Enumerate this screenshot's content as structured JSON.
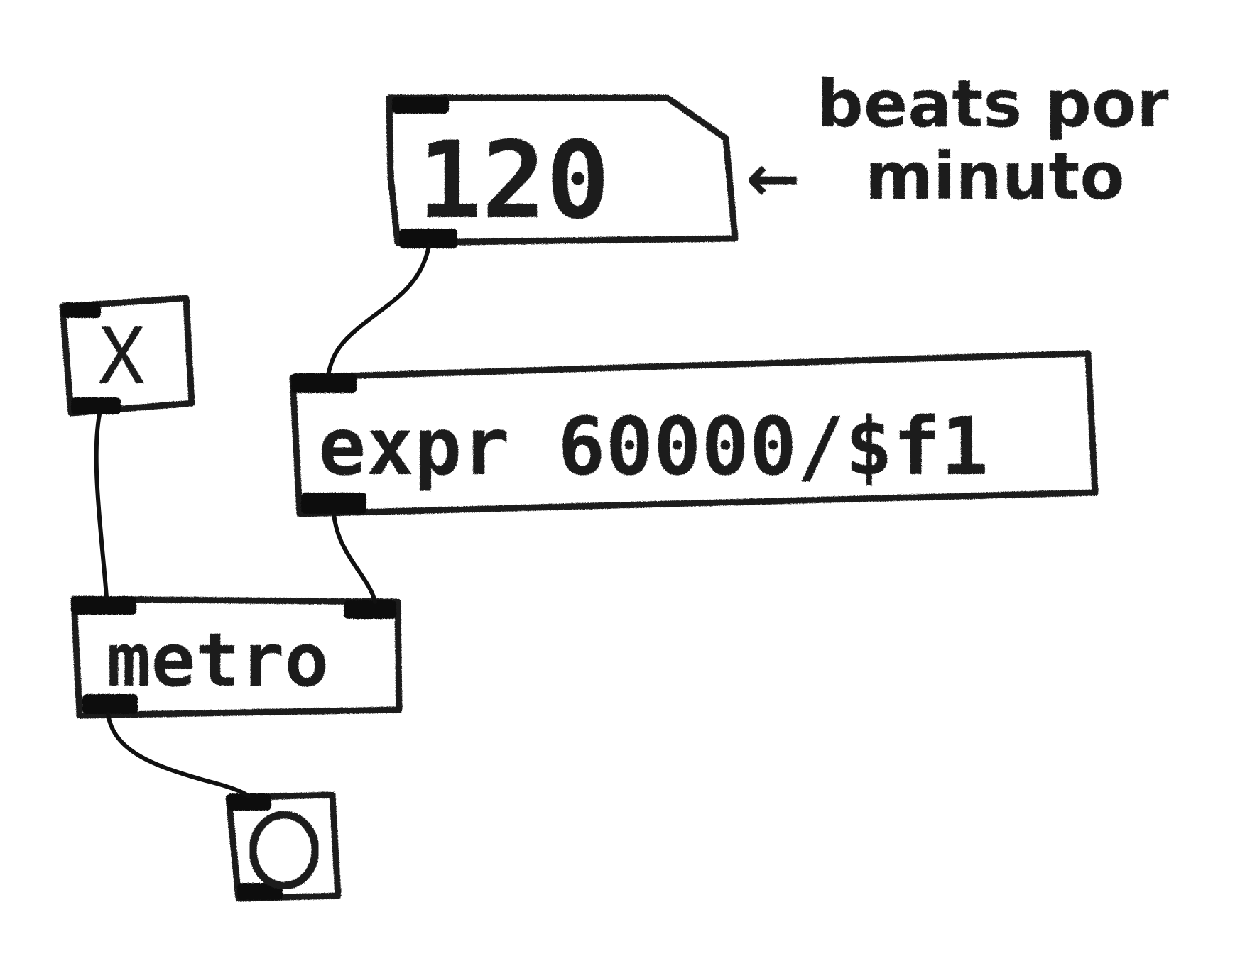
{
  "number_box": {
    "value": "120"
  },
  "expression_box": {
    "text": "expr 60000/$f1"
  },
  "metro_box": {
    "text": "metro"
  },
  "toggle": {
    "state_glyph": "X"
  },
  "bang": {
    "icon": "circle-bang"
  },
  "annotation": {
    "arrow": "←",
    "line1": "beats por",
    "line2": "minuto"
  },
  "colors": {
    "ink": "#1b1b1b",
    "paper": "#ffffff"
  }
}
